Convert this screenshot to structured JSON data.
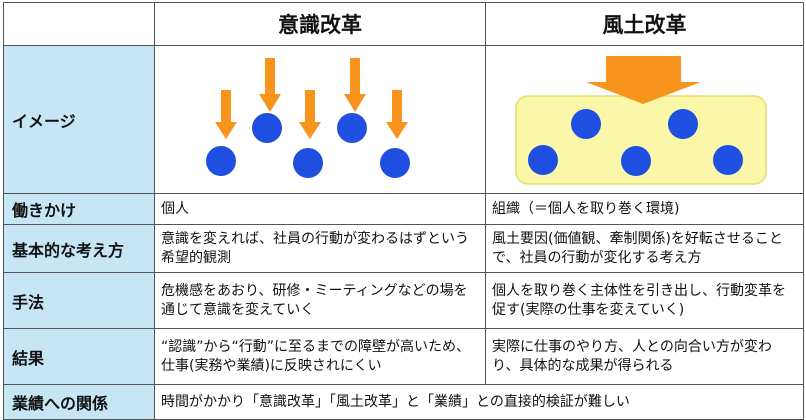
{
  "columns": {
    "left": "意識改革",
    "right": "風土改革"
  },
  "rows": [
    {
      "label": "イメージ"
    },
    {
      "label": "働きかけ",
      "left": "個人",
      "right": "組織（＝個人を取り巻く環境)"
    },
    {
      "label": "基本的な考え方",
      "left": "意識を変えれば、社員の行動が変わるはずという希望的観測",
      "right": "風土要因(価値観、牽制関係)を好転させることで、社員の行動が変化する考え方"
    },
    {
      "label": "手法",
      "left": "危機感をあおり、研修・ミーティングなどの場を通じて意識を変えていく",
      "right": "個人を取り巻く主体性を引き出し、行動変革を促す(実際の仕事を変えていく)"
    },
    {
      "label": "結果",
      "left": "“認識”から“行動”に至るまでの障壁が高いため、仕事(実務や業績)に反映されにくい",
      "right": "実際に仕事のやり方、人との向合い方が変わり、具体的な成果が得られる"
    },
    {
      "label": "業績への関係",
      "merged": "時間がかかり「意識改革」「風土改革」と「業績」との直接的検証が難しい"
    }
  ],
  "colors": {
    "header_bg": "#c7e6f5",
    "arrow": "#f7941d",
    "circle": "#1f4fe0",
    "box_fill": "#fbf7a8"
  }
}
